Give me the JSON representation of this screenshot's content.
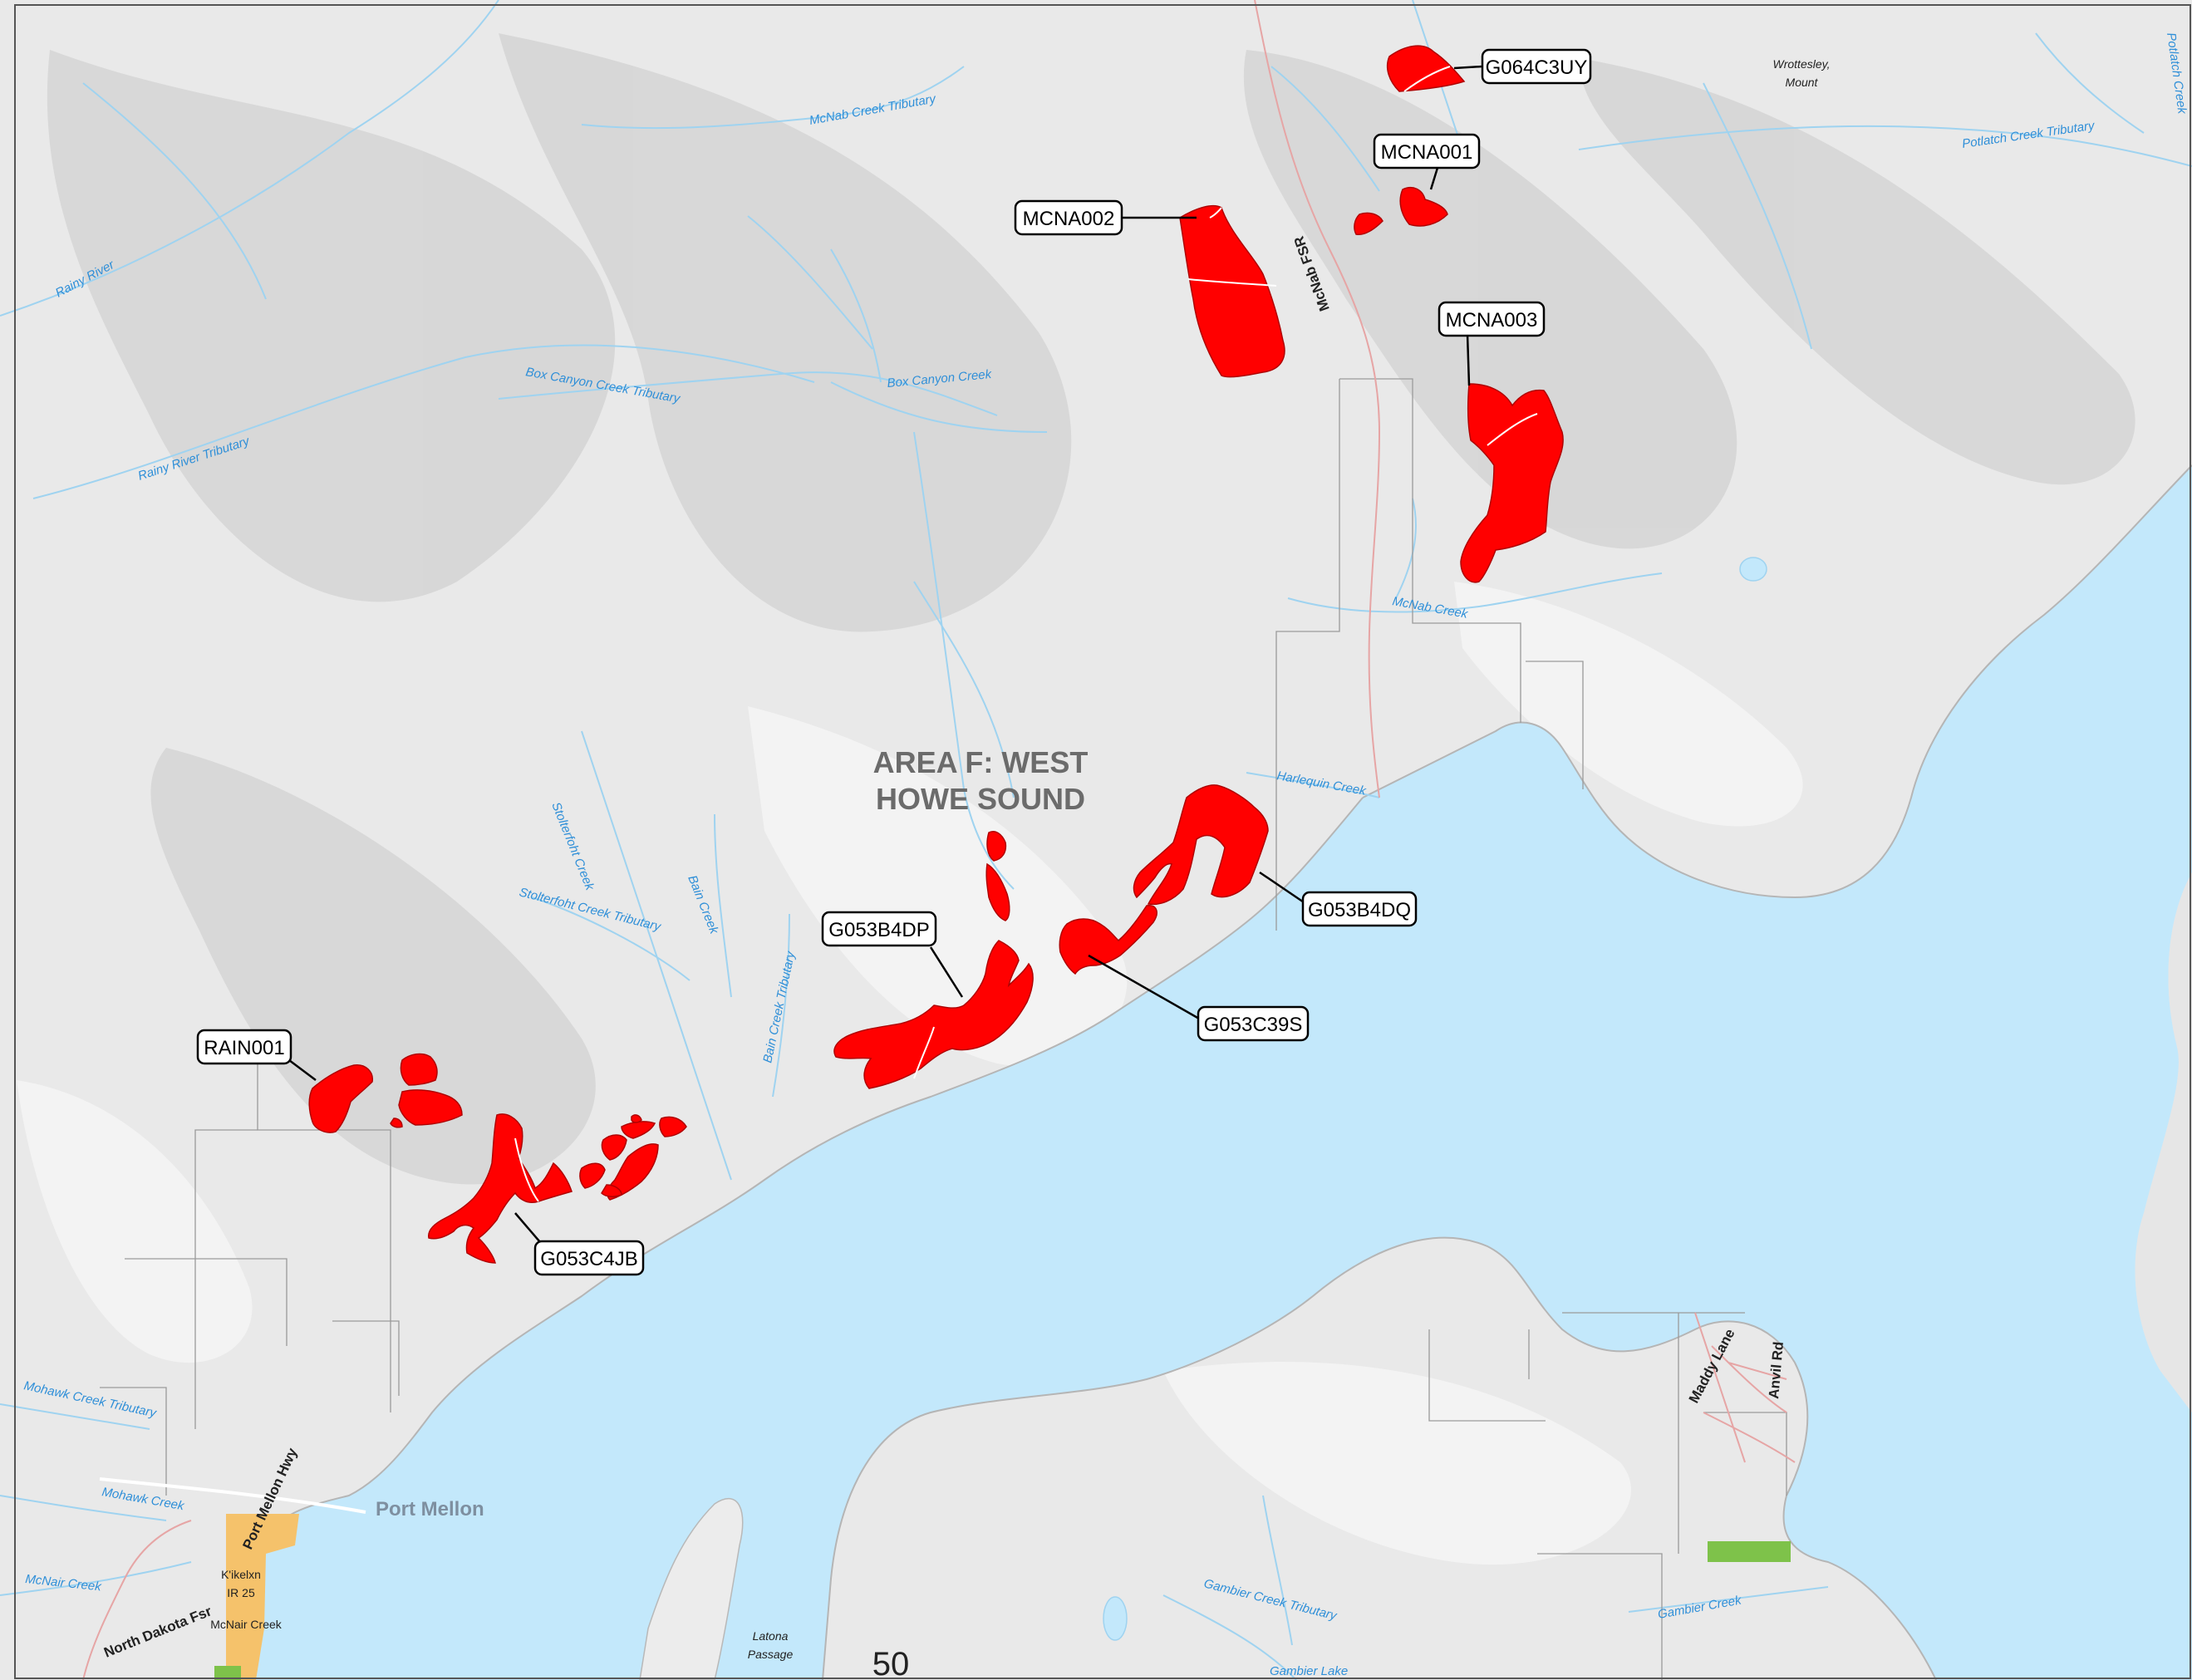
{
  "map": {
    "area_label_line1": "AREA F: WEST",
    "area_label_line2": "HOWE SOUND",
    "page_number": "50",
    "colors": {
      "water": "#c3e8fb",
      "land": "#ededed",
      "cutblock": "#ff0000",
      "stream": "#9fd3f0",
      "reserve": "#f5c26b",
      "park": "#7ec24a"
    }
  },
  "cutblocks": [
    {
      "id": "G064C3UY"
    },
    {
      "id": "MCNA001"
    },
    {
      "id": "MCNA002"
    },
    {
      "id": "MCNA003"
    },
    {
      "id": "G053B4DQ"
    },
    {
      "id": "G053B4DP"
    },
    {
      "id": "G053C39S"
    },
    {
      "id": "RAIN001"
    },
    {
      "id": "G053C4JB"
    }
  ],
  "water_features": [
    "McNab Creek Tributary",
    "Potlatch Creek Tributary",
    "Potlatch Creek",
    "Rainy River",
    "Box Canyon Creek Tributary",
    "Box Canyon Creek",
    "Rainy River Tributary",
    "McNab Creek",
    "Harlequin Creek",
    "Stolterfoht Creek",
    "Stolterfoht Creek Tributary",
    "Bain Creek",
    "Bain Creek Tributary",
    "Mohawk Creek Tributary",
    "Mohawk Creek",
    "McNair Creek",
    "Gambier Creek Tributary",
    "Gambier Creek",
    "Gambier Lake"
  ],
  "places": {
    "mountain_line1": "Wrottesley,",
    "mountain_line2": "Mount",
    "port_mellon": "Port Mellon",
    "latona_line1": "Latona",
    "latona_line2": "Passage",
    "reserve_line1": "K'ikelxn",
    "reserve_line2": "IR 25",
    "mcnair_creek_place": "McNair Creek"
  },
  "roads": {
    "mcnab_fsr": "McNab FSR",
    "port_mellon_hwy": "Port Mellon Hwy",
    "north_dakota_fsr": "North Dakota Fsr",
    "maddy_lane": "Maddy Lane",
    "anvil_rd": "Anvil Rd"
  }
}
